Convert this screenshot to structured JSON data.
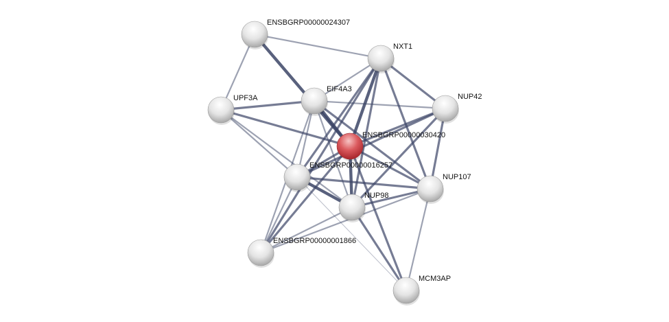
{
  "network": {
    "nodes": [
      {
        "id": "ENSBGRP00000024307",
        "label": "ENSBGRP00000024307",
        "query": false
      },
      {
        "id": "NXT1",
        "label": "NXT1",
        "query": false
      },
      {
        "id": "EIF4A3",
        "label": "EIF4A3",
        "query": false
      },
      {
        "id": "UPF3A",
        "label": "UPF3A",
        "query": false
      },
      {
        "id": "NUP42",
        "label": "NUP42",
        "query": false
      },
      {
        "id": "ENSBGRP00000030420",
        "label": "ENSBGRP00000030420",
        "query": true
      },
      {
        "id": "ENSBGRP00000016257",
        "label": "ENSBGRP00000016257",
        "query": false
      },
      {
        "id": "NUP107",
        "label": "NUP107",
        "query": false
      },
      {
        "id": "NUP98",
        "label": "NUP98",
        "query": false
      },
      {
        "id": "ENSBGRP00000001866",
        "label": "ENSBGRP00000001866",
        "query": false
      },
      {
        "id": "MCM3AP",
        "label": "MCM3AP",
        "query": false
      }
    ],
    "edges": [
      [
        "ENSBGRP00000024307",
        "NXT1",
        1
      ],
      [
        "ENSBGRP00000024307",
        "UPF3A",
        1
      ],
      [
        "ENSBGRP00000024307",
        "ENSBGRP00000030420",
        3
      ],
      [
        "NXT1",
        "EIF4A3",
        1
      ],
      [
        "NXT1",
        "NUP42",
        2
      ],
      [
        "NXT1",
        "ENSBGRP00000030420",
        3
      ],
      [
        "NXT1",
        "ENSBGRP00000016257",
        2
      ],
      [
        "NXT1",
        "NUP98",
        2
      ],
      [
        "NXT1",
        "NUP107",
        2
      ],
      [
        "NXT1",
        "ENSBGRP00000001866",
        2
      ],
      [
        "EIF4A3",
        "UPF3A",
        2
      ],
      [
        "EIF4A3",
        "NUP42",
        1
      ],
      [
        "EIF4A3",
        "ENSBGRP00000030420",
        3
      ],
      [
        "EIF4A3",
        "ENSBGRP00000016257",
        1
      ],
      [
        "EIF4A3",
        "NUP98",
        1
      ],
      [
        "EIF4A3",
        "NUP107",
        2
      ],
      [
        "EIF4A3",
        "ENSBGRP00000001866",
        1
      ],
      [
        "UPF3A",
        "ENSBGRP00000030420",
        2
      ],
      [
        "UPF3A",
        "ENSBGRP00000016257",
        1
      ],
      [
        "UPF3A",
        "NUP98",
        1
      ],
      [
        "NUP42",
        "ENSBGRP00000030420",
        2
      ],
      [
        "NUP42",
        "NUP107",
        2
      ],
      [
        "NUP42",
        "NUP98",
        2
      ],
      [
        "NUP42",
        "ENSBGRP00000016257",
        2
      ],
      [
        "ENSBGRP00000030420",
        "ENSBGRP00000016257",
        2
      ],
      [
        "ENSBGRP00000030420",
        "NUP98",
        3
      ],
      [
        "ENSBGRP00000030420",
        "NUP107",
        2
      ],
      [
        "ENSBGRP00000030420",
        "MCM3AP",
        2
      ],
      [
        "ENSBGRP00000030420",
        "ENSBGRP00000001866",
        2
      ],
      [
        "ENSBGRP00000016257",
        "NUP98",
        3
      ],
      [
        "ENSBGRP00000016257",
        "NUP107",
        2
      ],
      [
        "ENSBGRP00000016257",
        "ENSBGRP00000001866",
        1
      ],
      [
        "ENSBGRP00000016257",
        "MCM3AP",
        0
      ],
      [
        "NUP107",
        "NUP98",
        2
      ],
      [
        "NUP107",
        "ENSBGRP00000001866",
        1
      ],
      [
        "NUP107",
        "MCM3AP",
        1
      ],
      [
        "NUP98",
        "MCM3AP",
        2
      ],
      [
        "NUP98",
        "ENSBGRP00000001866",
        1
      ]
    ],
    "colors": {
      "edge": "#3c4566",
      "node": "#e6e6e6",
      "query_node": "#d9484c"
    }
  }
}
